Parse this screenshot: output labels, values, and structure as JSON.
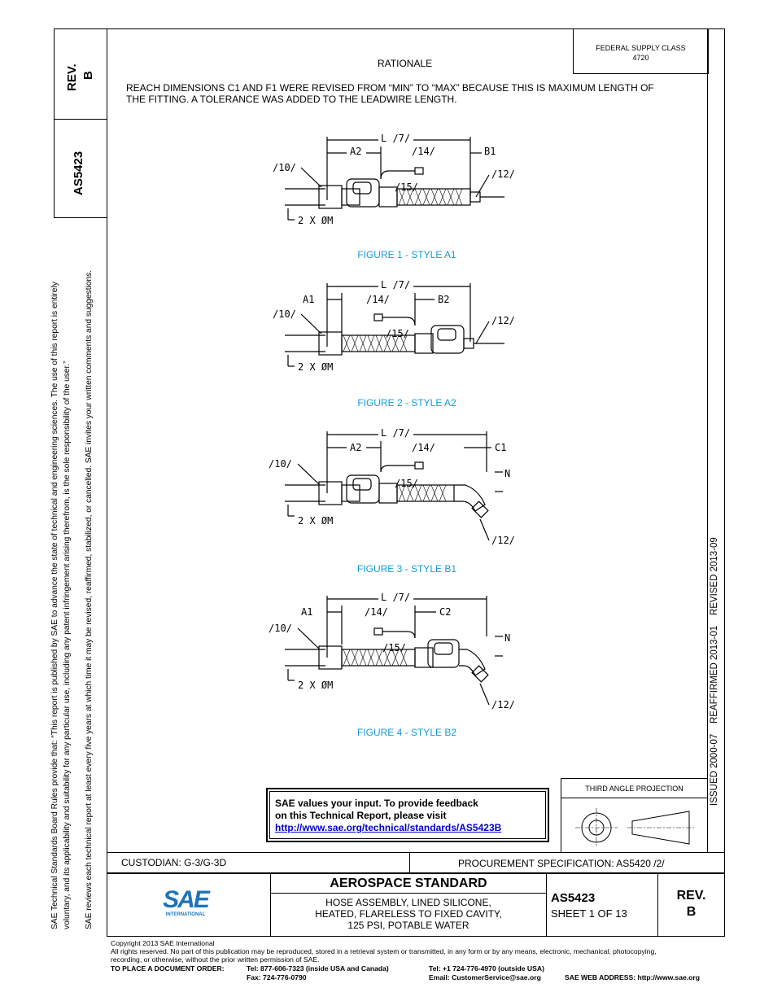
{
  "sidebar": {
    "rev_label": "REV.",
    "rev_value": "B",
    "doc_number": "AS5423",
    "notice_line1": "SAE Technical Standards Board Rules provide that: “This report is published by SAE to advance the state of technical and engineering sciences. The use of this report is entirely",
    "notice_line2": "voluntary, and its applicability and suitability for any particular use, including any patent infringement arising therefrom, is the sole responsibility of the user.”",
    "notice_line3": "SAE reviews each technical report at least every five years at which time it may be revised, reaffirmed, stabilized, or cancelled. SAE invites your written comments and suggestions."
  },
  "right_margin": {
    "dates": "ISSUED 2000-07    REAFFIRMED 2013-01    REVISED 2013-09"
  },
  "header": {
    "federal_supply_label": "FEDERAL SUPPLY CLASS",
    "federal_supply_value": "4720",
    "rationale_title": "RATIONALE",
    "rationale_text_1": "REACH DIMENSIONS C1 AND F1 WERE REVISED FROM “MIN” TO “MAX” BECAUSE THIS IS MAXIMUM LENGTH OF",
    "rationale_text_2": "THE FITTING. A TOLERANCE WAS ADDED TO THE LEADWIRE LENGTH."
  },
  "figures": [
    {
      "caption": "FIGURE 1 - STYLE A1",
      "left_dim": "A2",
      "right_dim": "B1",
      "length": "L /7/",
      "lead": "/14/",
      "heater": "/15/",
      "fitting_l": "/10/",
      "fitting_r": "/12/",
      "diameter": "2 X ØM"
    },
    {
      "caption": "FIGURE 2 - STYLE A2",
      "left_dim": "A1",
      "right_dim": "B2",
      "length": "L /7/",
      "lead": "/14/",
      "heater": "/15/",
      "fitting_l": "/10/",
      "fitting_r": "/12/",
      "diameter": "2 X ØM"
    },
    {
      "caption": "FIGURE 3 - STYLE B1",
      "left_dim": "A2",
      "right_dim": "C1",
      "length": "L /7/",
      "lead": "/14/",
      "heater": "/15/",
      "fitting_l": "/10/",
      "fitting_r": "/12/",
      "diameter": "2 X ØM",
      "angle_dim": "N"
    },
    {
      "caption": "FIGURE 4 - STYLE B2",
      "left_dim": "A1",
      "right_dim": "C2",
      "length": "L /7/",
      "lead": "/14/",
      "heater": "/15/",
      "fitting_l": "/10/",
      "fitting_r": "/12/",
      "diameter": "2 X ØM",
      "angle_dim": "N"
    }
  ],
  "feedback": {
    "line1": "SAE values your input. To provide feedback",
    "line2": "on this Technical Report, please visit",
    "link": "http://www.sae.org/technical/standards/AS5423B"
  },
  "projection": {
    "label": "THIRD ANGLE PROJECTION"
  },
  "title_block": {
    "custodian": "CUSTODIAN: G-3/G-3D",
    "procurement": "PROCUREMENT SPECIFICATION: AS5420 /2/",
    "standard_type": "AEROSPACE STANDARD",
    "title_line1": "HOSE ASSEMBLY, LINED SILICONE,",
    "title_line2": "HEATED, FLARELESS TO FIXED CAVITY,",
    "title_line3": "125 PSI, POTABLE WATER",
    "doc_number": "AS5423",
    "sheet": "SHEET 1 OF 13",
    "rev_label": "REV.",
    "rev_value": "B",
    "logo_text": "SAE",
    "logo_sub": "INTERNATIONAL"
  },
  "footer": {
    "copyright": "Copyright 2013 SAE International",
    "rights_1": "All rights reserved. No part of this publication may be reproduced, stored in a retrieval system or transmitted, in any form or by any means, electronic, mechanical, photocopying,",
    "rights_2": "recording, or otherwise, without the prior written permission of SAE.",
    "order_label": "TO PLACE A DOCUMENT ORDER:",
    "tel_us": "Tel: 877-606-7323 (inside USA and Canada)",
    "fax": "Fax: 724-776-0790",
    "tel_intl": "Tel: +1 724-776-4970 (outside USA)",
    "email": "Email: CustomerService@sae.org",
    "web": "SAE WEB ADDRESS: http://www.sae.org"
  },
  "colors": {
    "caption": "#1a9ad6",
    "link": "#0000cc",
    "logo": "#1e74b8"
  }
}
